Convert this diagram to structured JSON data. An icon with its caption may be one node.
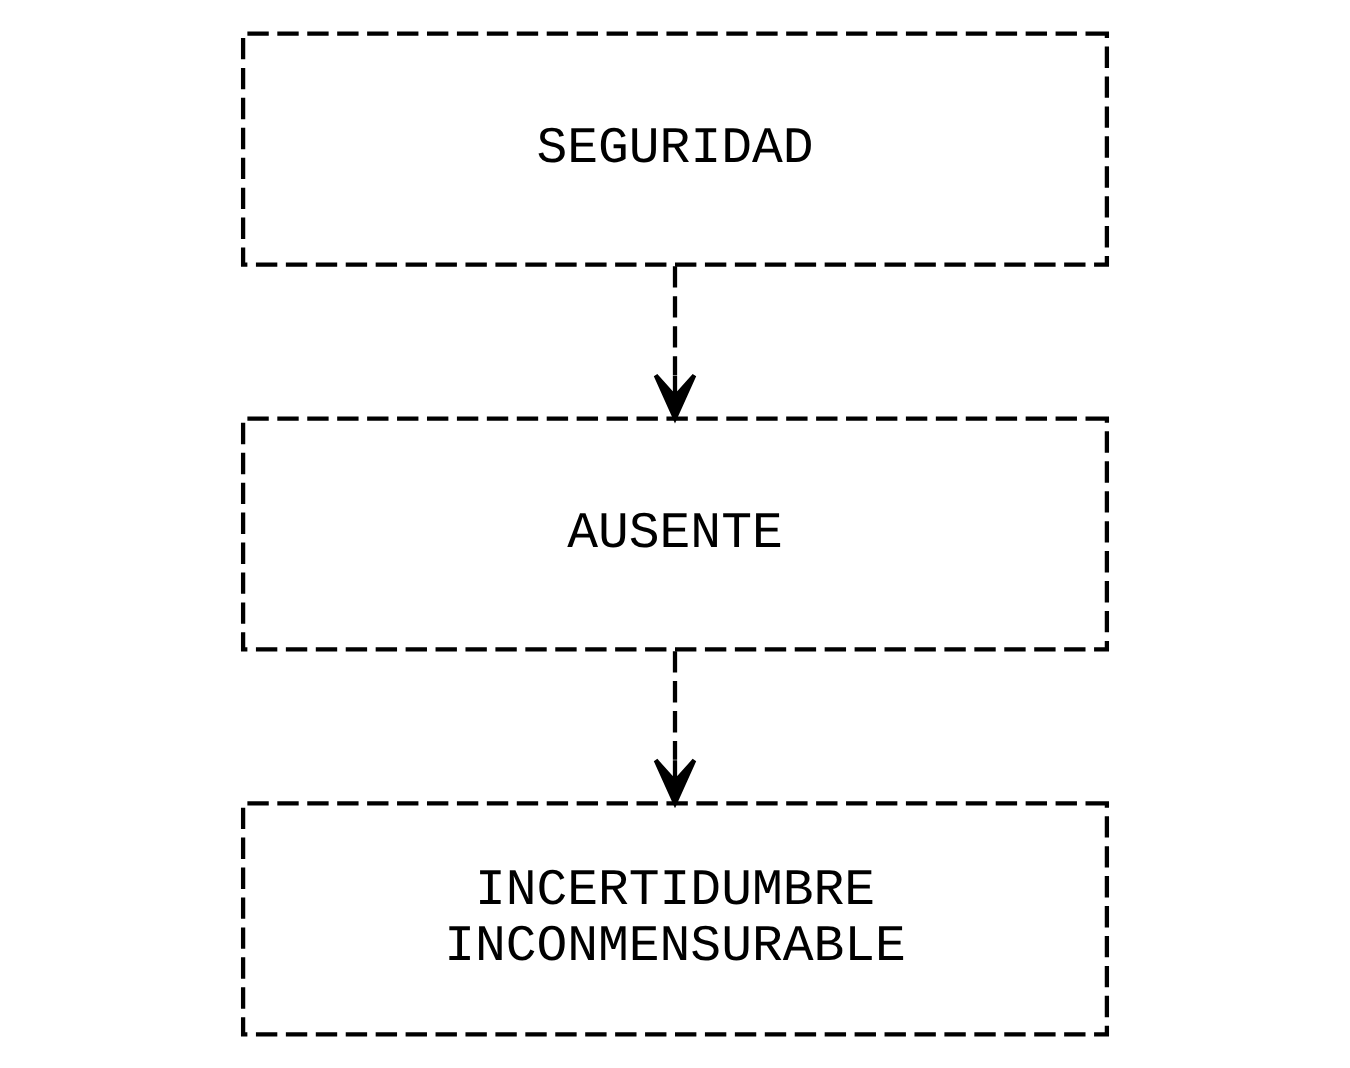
{
  "diagram": {
    "nodes": [
      {
        "text": [
          "SEGURIDAD"
        ]
      },
      {
        "text": [
          "AUSENTE"
        ]
      },
      {
        "text": [
          "INCERTIDUMBRE INCONMENSURABLE"
        ]
      }
    ],
    "edges": [
      {
        "from": 0,
        "to": 1,
        "arrow": "to",
        "style": "dashed"
      },
      {
        "from": 1,
        "to": 2,
        "arrow": "to",
        "style": "dashed"
      }
    ]
  }
}
